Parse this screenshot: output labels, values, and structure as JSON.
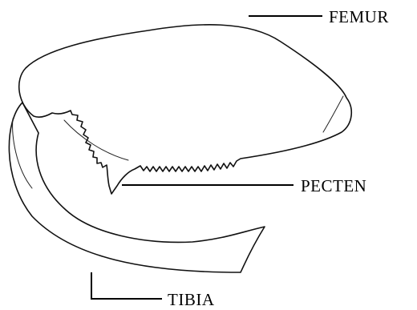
{
  "labels": {
    "femur": "FEMUR",
    "pecten": "PECTEN",
    "tibia": "TIBIA"
  },
  "colors": {
    "line": "#111111",
    "background": "#ffffff"
  }
}
